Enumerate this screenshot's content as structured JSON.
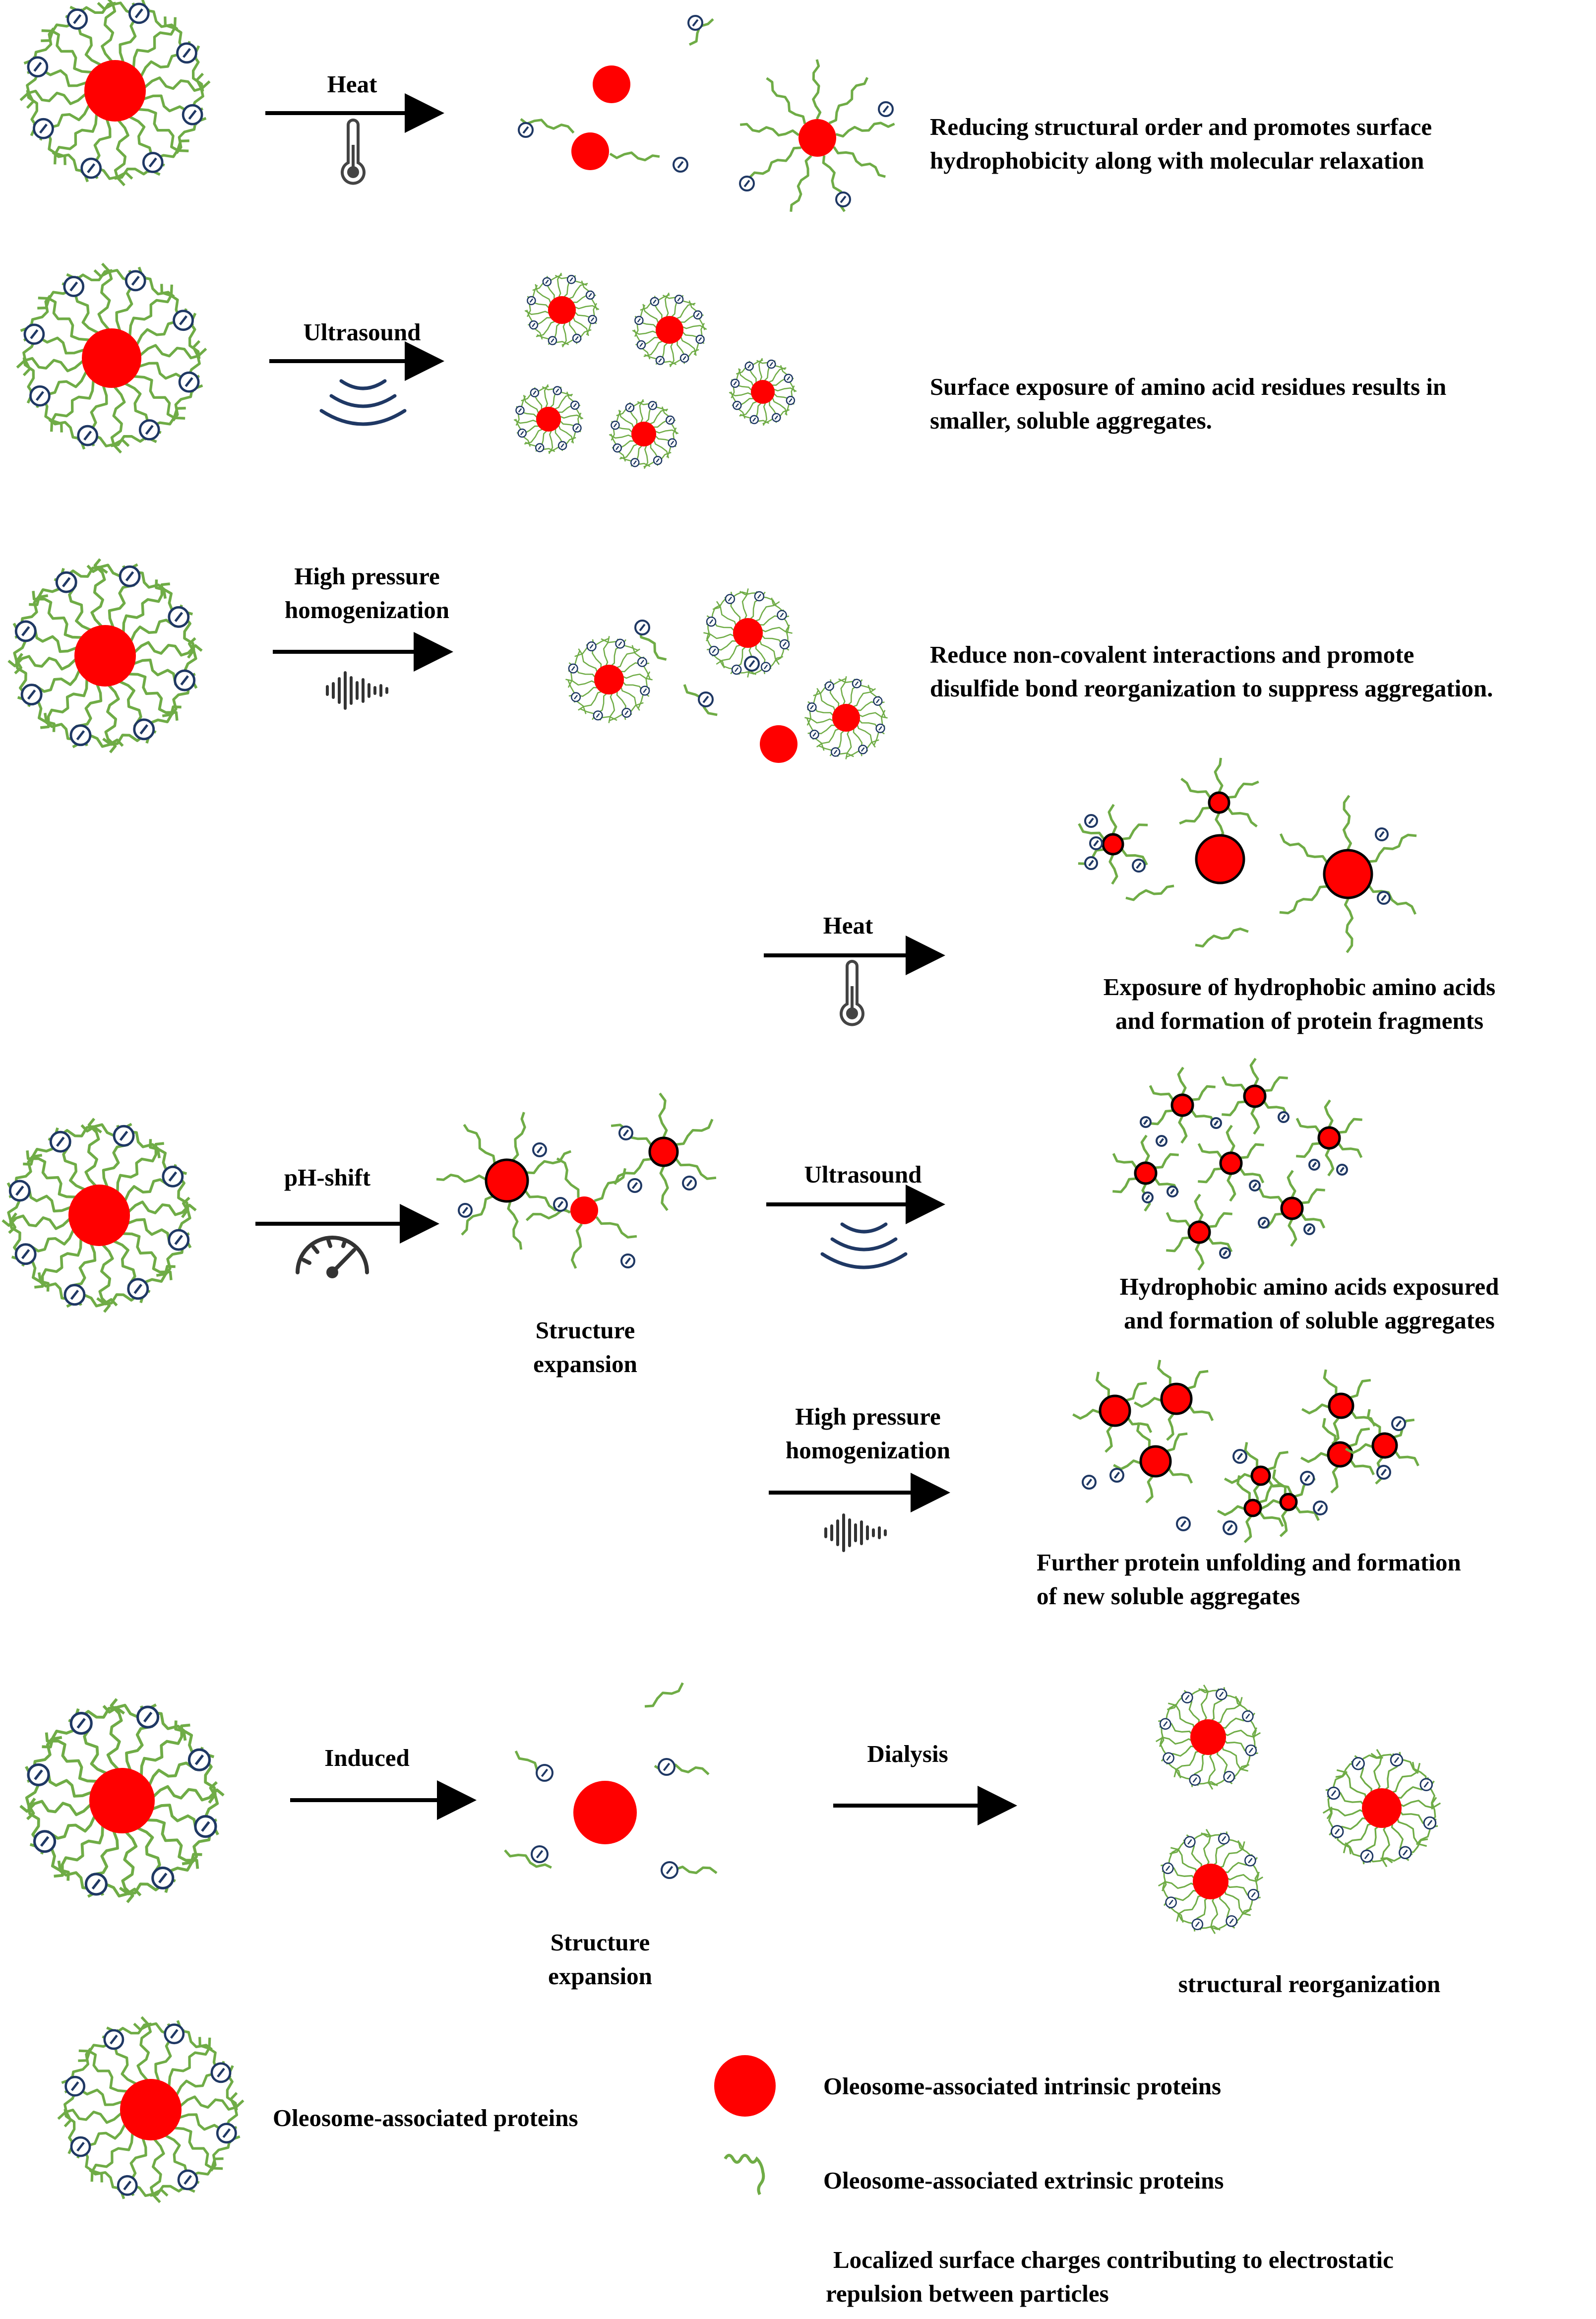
{
  "colors": {
    "core": "#ff0000",
    "chain": "#6fac46",
    "charge": "#1f3864",
    "arrow": "#000000"
  },
  "rows": {
    "heat": {
      "label": "Heat",
      "icon": "thermometer-icon",
      "result": [
        "Reducing structural order and promotes surface",
        "hydrophobicity along with molecular relaxation"
      ]
    },
    "ultrasound": {
      "label": "Ultrasound",
      "icon": "ultrasound-waves-icon",
      "result": [
        "Surface exposure of amino acid residues results in",
        "smaller, soluble aggregates."
      ]
    },
    "hph": {
      "label": [
        "High pressure",
        "homogenization"
      ],
      "icon": "sound-wave-icon",
      "result": [
        "Reduce non-covalent interactions and promote",
        "disulfide bond reorganization to suppress aggregation."
      ]
    },
    "ph_shift": {
      "label": "pH-shift",
      "icon": "gauge-icon",
      "intermediate": [
        "Structure",
        "expansion"
      ],
      "branches": {
        "heat": {
          "label": "Heat",
          "result": [
            "Exposure of hydrophobic amino acids",
            "and formation of protein fragments"
          ]
        },
        "ultrasound": {
          "label": "Ultrasound",
          "result": [
            "Hydrophobic amino acids exposured",
            "and formation of  soluble aggregates"
          ]
        },
        "hph": {
          "label": [
            "High pressure",
            "homogenization"
          ],
          "result": [
            "Further protein unfolding and formation",
            "of new soluble aggregates"
          ]
        }
      }
    },
    "induced": {
      "label": "Induced",
      "intermediate": [
        "Structure",
        "expansion"
      ],
      "step2": "Dialysis",
      "result": "structural reorganization"
    }
  },
  "legend": {
    "oleosome": "Oleosome-associated proteins",
    "intrinsic": "Oleosome-associated intrinsic proteins",
    "extrinsic": "Oleosome-associated extrinsic proteins",
    "charges": [
      "Localized surface charges contributing to electrostatic",
      "repulsion between particles"
    ]
  }
}
